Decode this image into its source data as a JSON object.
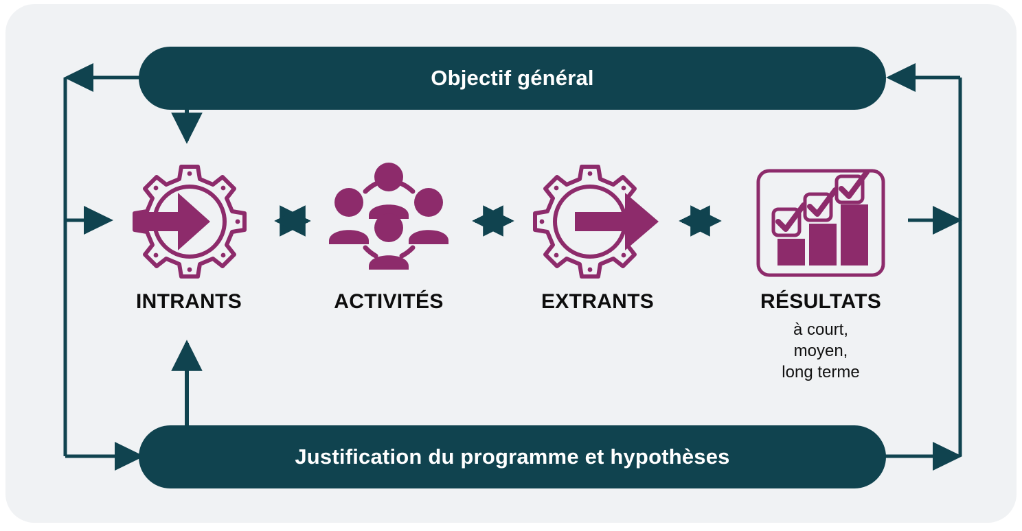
{
  "diagram": {
    "title_top_bar": "Objectif général",
    "title_bottom_bar": "Justification du programme et hypothèses",
    "colors": {
      "teal": "#10434f",
      "magenta": "#8d2b6b",
      "card_background": "#f0f2f4",
      "label_text": "#0d0d0d",
      "bar_text": "#ffffff"
    },
    "nodes": [
      {
        "id": "intrants",
        "label": "INTRANTS",
        "sublabel": "",
        "icon": "gear-arrow-in-icon"
      },
      {
        "id": "activites",
        "label": "ACTIVITÉS",
        "sublabel": "",
        "icon": "people-network-icon"
      },
      {
        "id": "extrants",
        "label": "EXTRANTS",
        "sublabel": "",
        "icon": "gear-arrow-out-icon"
      },
      {
        "id": "resultats",
        "label": "RÉSULTATS",
        "sublabel": "à court,\nmoyen,\nlong terme",
        "icon": "bar-chart-checkmarks-icon"
      }
    ],
    "connectors": [
      {
        "id": "intrants-to-activites",
        "type": "double-arrow-horizontal"
      },
      {
        "id": "activites-to-extrants",
        "type": "double-arrow-horizontal"
      },
      {
        "id": "extrants-to-resultats",
        "type": "double-arrow-horizontal"
      },
      {
        "id": "objectif-general-down-to-intrants",
        "type": "arrow-down"
      },
      {
        "id": "justification-up-to-intrants",
        "type": "arrow-up"
      },
      {
        "id": "objectif-general-left-feedback-loop",
        "type": "elbow-arrow"
      },
      {
        "id": "objectif-general-right-feedback-loop",
        "type": "elbow-arrow"
      },
      {
        "id": "justification-left-feedback-loop",
        "type": "elbow-arrow"
      },
      {
        "id": "resultats-right-feedback-loop",
        "type": "elbow-arrow"
      }
    ]
  }
}
